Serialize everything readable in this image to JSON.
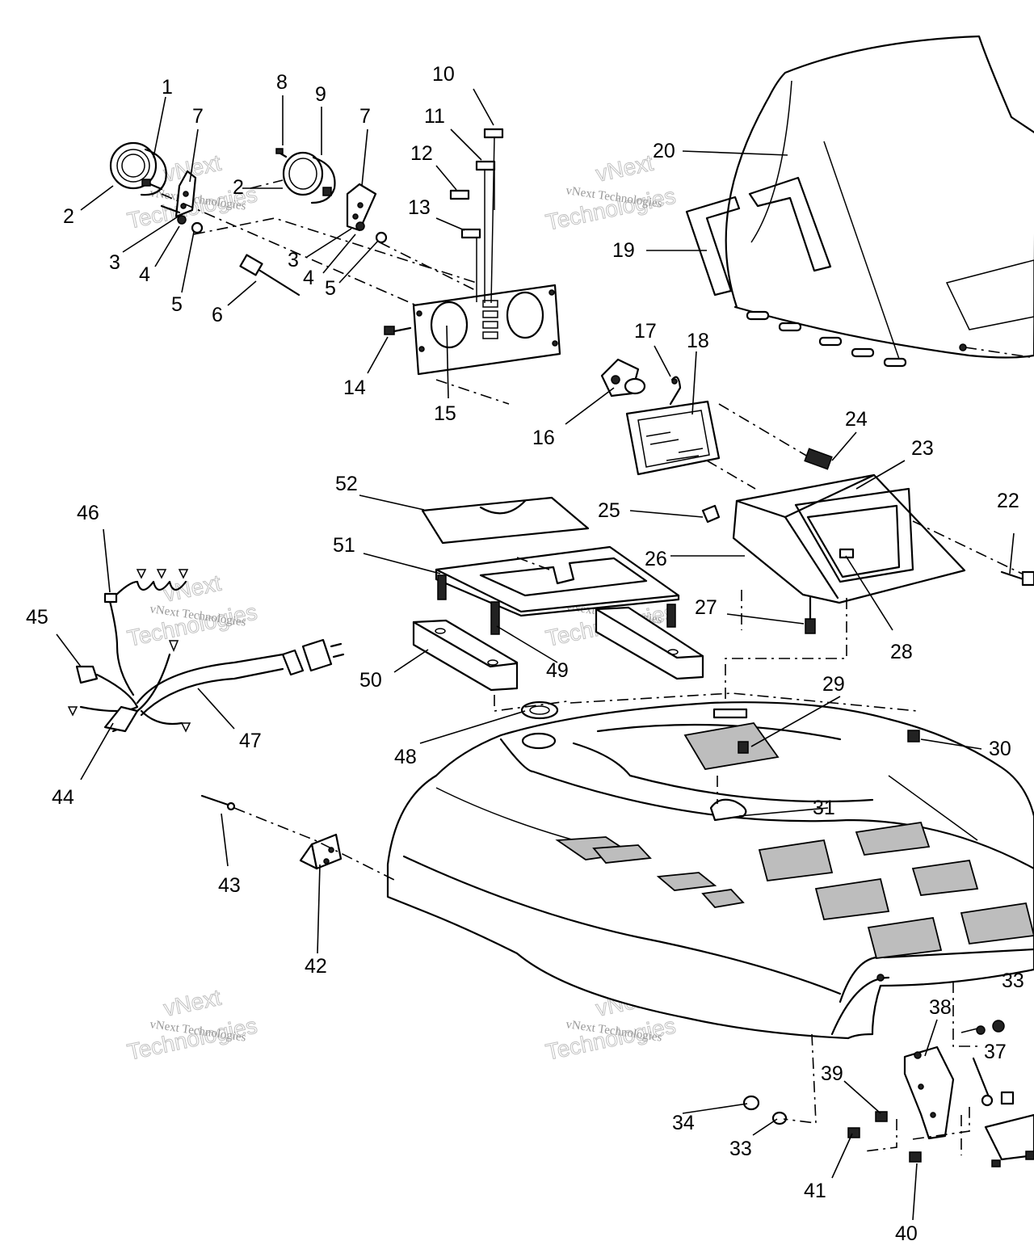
{
  "watermark": {
    "line1": "vNext",
    "line2": "vNext Technologies",
    "line3": "Technologies"
  },
  "callouts": {
    "c1": "1",
    "c2": "2",
    "c3": "3",
    "c4": "4",
    "c5": "5",
    "c6": "6",
    "c7": "7",
    "c8": "8",
    "c9": "9",
    "c10": "10",
    "c11": "11",
    "c12": "12",
    "c13": "13",
    "c14": "14",
    "c15": "15",
    "c16": "16",
    "c17": "17",
    "c18": "18",
    "c19": "19",
    "c20": "20",
    "c22": "22",
    "c23": "23",
    "c24": "24",
    "c25": "25",
    "c26": "26",
    "c27": "27",
    "c28": "28",
    "c29": "29",
    "c30": "30",
    "c31": "31",
    "c33": "33",
    "c34": "34",
    "c37": "37",
    "c38": "38",
    "c39": "39",
    "c40": "40",
    "c41": "41",
    "c42": "42",
    "c43": "43",
    "c44": "44",
    "c45": "45",
    "c46": "46",
    "c47": "47",
    "c48": "48",
    "c49": "49",
    "c50": "50",
    "c51": "51",
    "c52": "52"
  }
}
